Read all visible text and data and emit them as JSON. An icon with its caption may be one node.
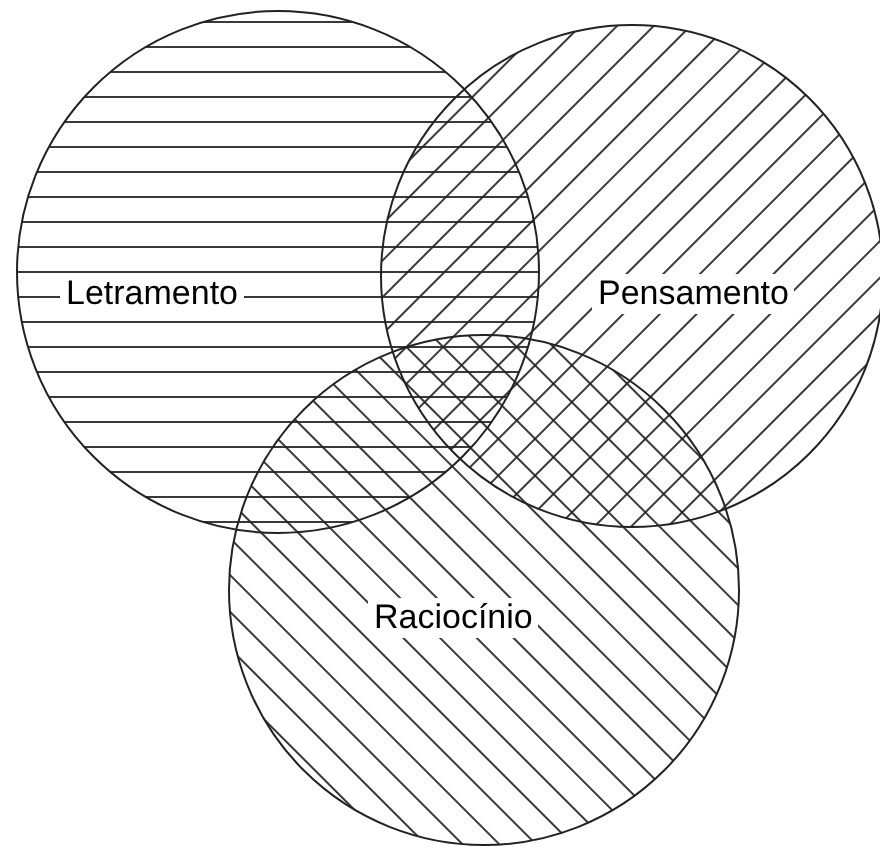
{
  "diagram": {
    "nodes": [
      {
        "text": [
          "Letramento"
        ]
      },
      {
        "text": [
          "Pensamento"
        ]
      },
      {
        "text": [
          "Raciocínio"
        ]
      }
    ]
  }
}
